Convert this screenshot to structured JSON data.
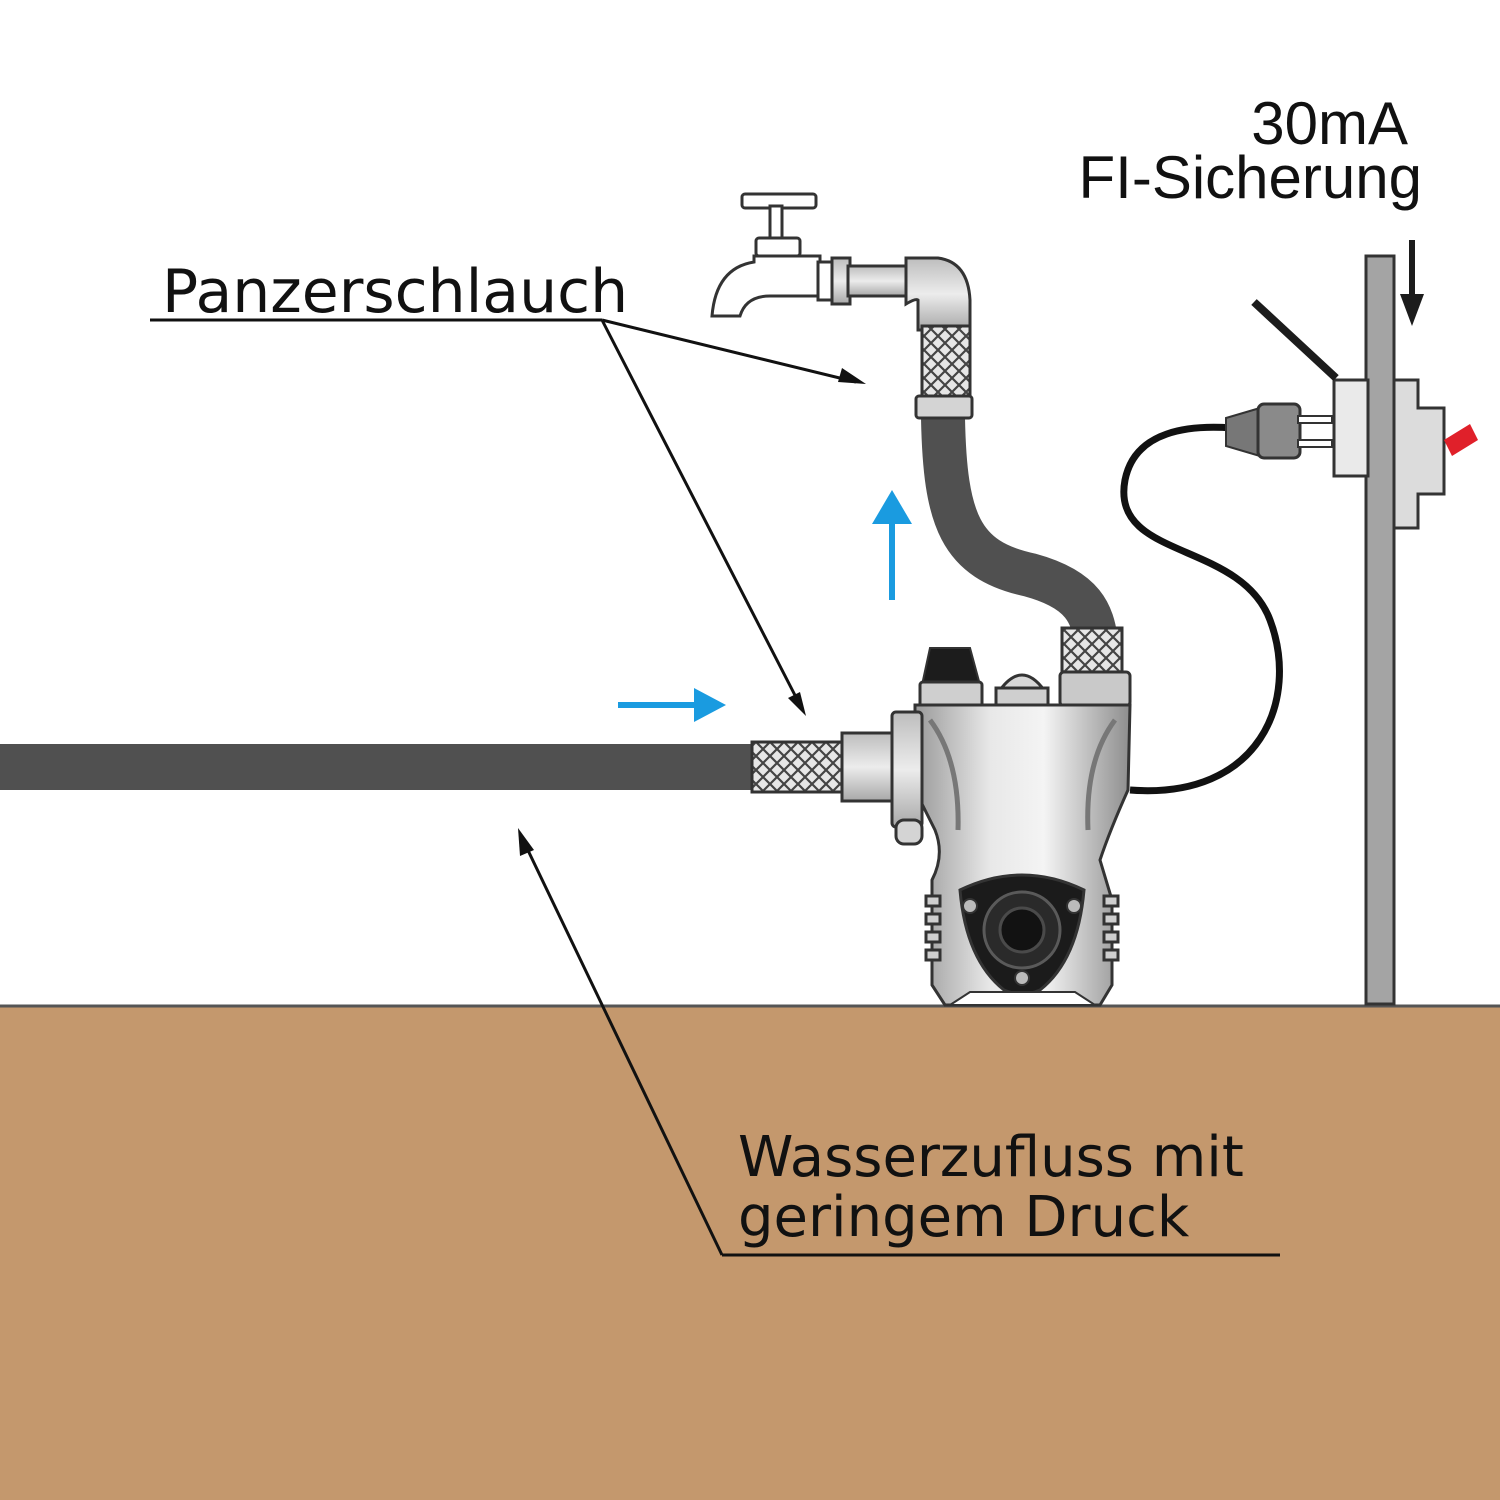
{
  "labels": {
    "panzerschlauch": "Panzerschlauch",
    "fi_line1": "30mA",
    "fi_line2": "FI-Sicherung",
    "water_line1": "Wasserzufluss mit",
    "water_line2": "geringem Druck"
  },
  "colors": {
    "ground": "#c4986d",
    "hose": "#505050",
    "flow_arrow": "#1a9be0",
    "metal": "#c8c8c8",
    "post": "#a4a4a4",
    "switch_red": "#e0202a"
  },
  "icons": [
    "water-tap-icon",
    "pump-icon",
    "power-plug-icon",
    "circuit-breaker-icon"
  ]
}
